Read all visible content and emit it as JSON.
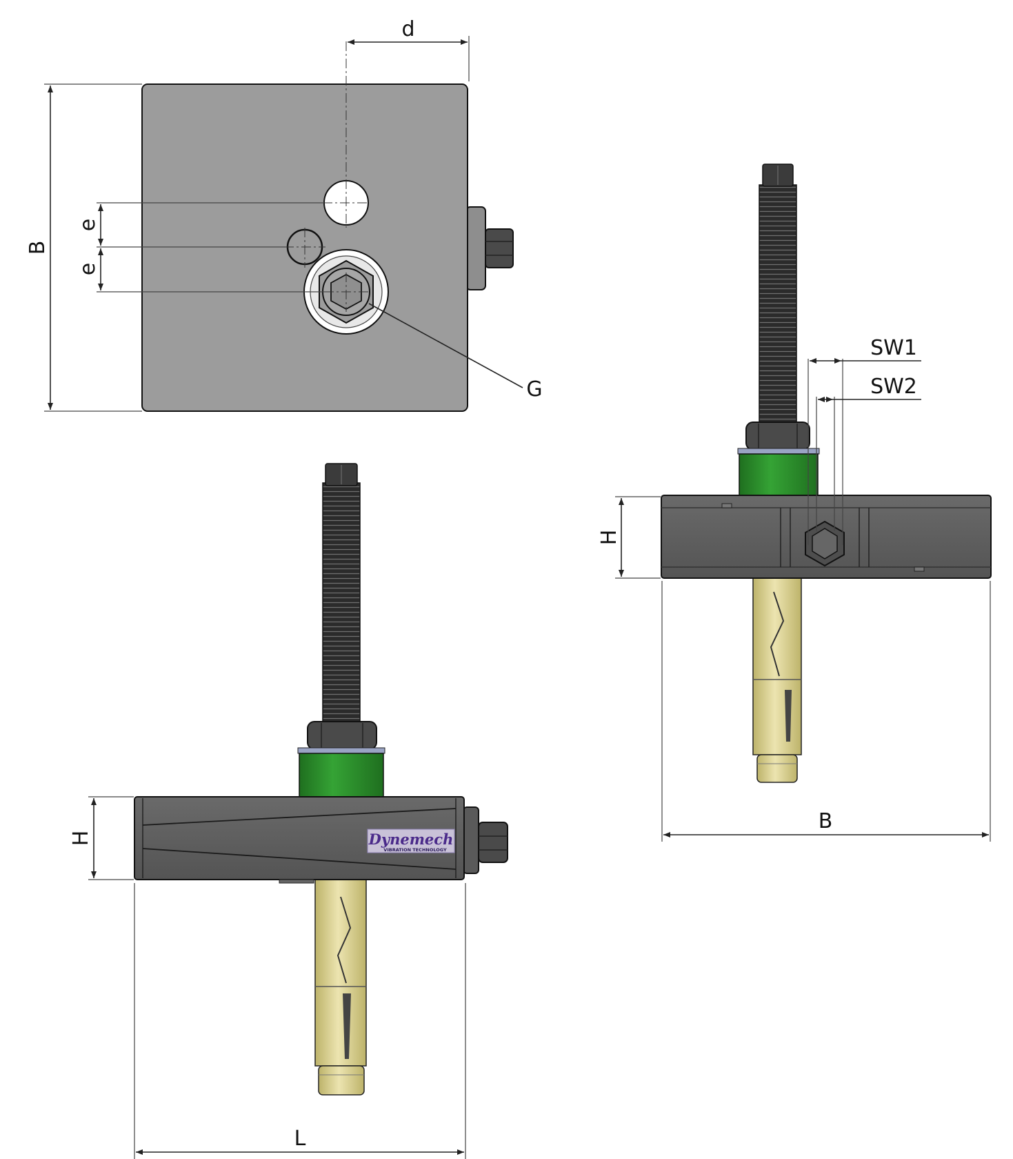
{
  "labels": {
    "top_view": {
      "d": "d",
      "B": "B",
      "e_upper": "e",
      "e_lower": "e",
      "G": "G"
    },
    "side_view_right": {
      "SW1": "SW1",
      "SW2": "SW2",
      "H": "H",
      "B": "B"
    },
    "front_view": {
      "H": "H",
      "L": "L"
    },
    "logo": {
      "brand": "Dynemech",
      "tagline": "VIBRATION TECHNOLOGY"
    }
  },
  "colors": {
    "plate_grey": "#9c9c9c",
    "body_dark": "#5e5e5e",
    "thread_black": "#2b2b2b",
    "nut_grey": "#4a4a4a",
    "pad_green": "#2e8b2e",
    "washer_blue": "#9aa4c4",
    "anchor_yellow": "#e3dba0",
    "logo_purple": "#4a2a8a"
  }
}
